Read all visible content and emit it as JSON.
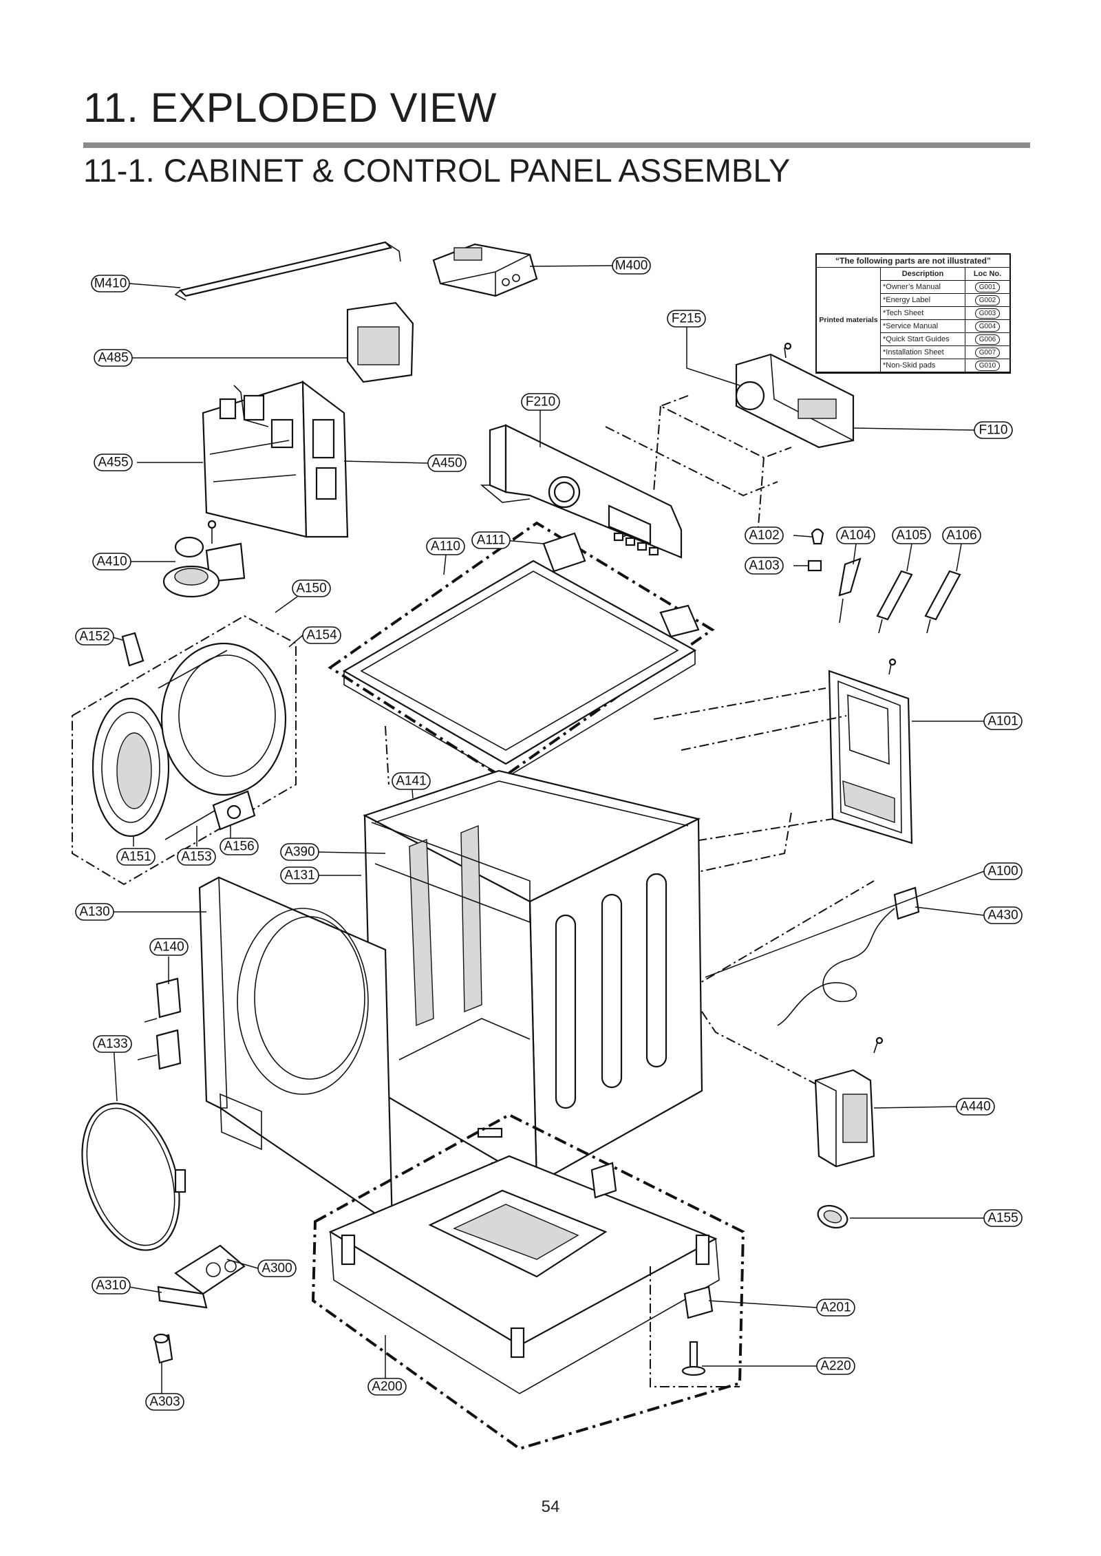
{
  "heading": {
    "chapter": "11.  EXPLODED VIEW",
    "section": "11-1.  CABINET  & CONTROL PANEL ASSEMBLY"
  },
  "notes_table": {
    "title": "“The following parts are not illustrated”",
    "col_description": "Description",
    "col_loc": "Loc No.",
    "category": "Printed materials",
    "rows": [
      {
        "desc": "*Owner’s Manual",
        "loc": "G001"
      },
      {
        "desc": "*Energy Label",
        "loc": "G002"
      },
      {
        "desc": "*Tech Sheet",
        "loc": "G003"
      },
      {
        "desc": "*Service Manual",
        "loc": "G004"
      },
      {
        "desc": "*Quick Start Guides",
        "loc": "G006"
      },
      {
        "desc": "*Installation Sheet",
        "loc": "G007"
      },
      {
        "desc": "*Non-Skid pads",
        "loc": "G010"
      }
    ]
  },
  "callouts": {
    "M410": "M410",
    "M400": "M400",
    "A485": "A485",
    "F215": "F215",
    "F210": "F210",
    "F110": "F110",
    "A455": "A455",
    "A450": "A450",
    "A410": "A410",
    "A110": "A110",
    "A111": "A111",
    "A102": "A102",
    "A104": "A104",
    "A105": "A105",
    "A106": "A106",
    "A103": "A103",
    "A150": "A150",
    "A152": "A152",
    "A154": "A154",
    "A101": "A101",
    "A141": "A141",
    "A156": "A156",
    "A151": "A151",
    "A153": "A153",
    "A390": "A390",
    "A131": "A131",
    "A100": "A100",
    "A130": "A130",
    "A430": "A430",
    "A140": "A140",
    "A133": "A133",
    "A440": "A440",
    "A155": "A155",
    "A300": "A300",
    "A310": "A310",
    "A201": "A201",
    "A220": "A220",
    "A303": "A303",
    "A200": "A200"
  },
  "page_number": "54"
}
